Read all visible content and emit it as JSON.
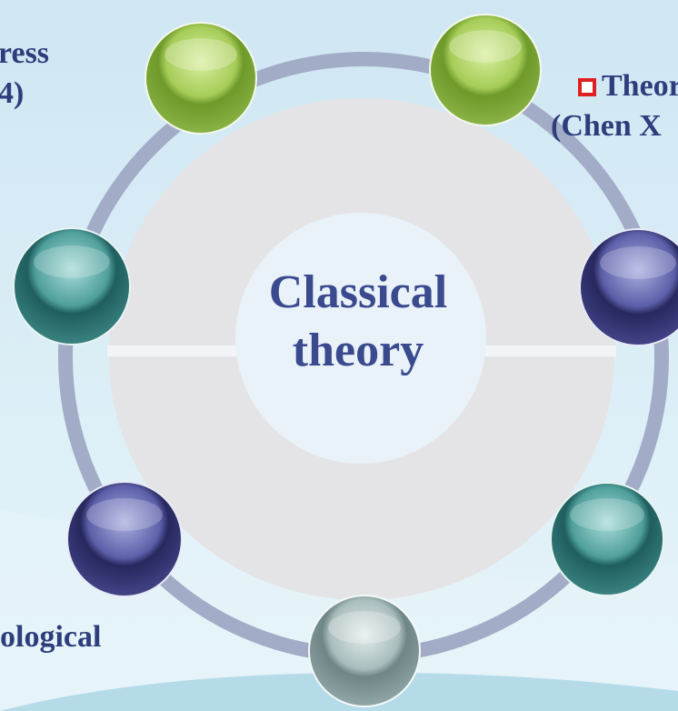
{
  "center": {
    "line1": "Classical",
    "line2": "theory"
  },
  "labels": {
    "top_left_1": "ress",
    "top_left_2": "4)",
    "top_right_1": "Theor",
    "top_right_2": "(Chen X",
    "bottom_left": "ological"
  },
  "nodes": [
    {
      "name": "node-top-left",
      "color": "green"
    },
    {
      "name": "node-top-right",
      "color": "green"
    },
    {
      "name": "node-left",
      "color": "teal"
    },
    {
      "name": "node-right",
      "color": "indigo"
    },
    {
      "name": "node-bottom-left",
      "color": "indigo"
    },
    {
      "name": "node-bottom-right",
      "color": "teal"
    },
    {
      "name": "node-bottom",
      "color": "gray"
    }
  ],
  "colors": {
    "background": "#d6ecf6",
    "ring": "#a3acc7",
    "disc": "#e4e4e6",
    "text": "#2e3d7c",
    "marker": "#e02020"
  }
}
